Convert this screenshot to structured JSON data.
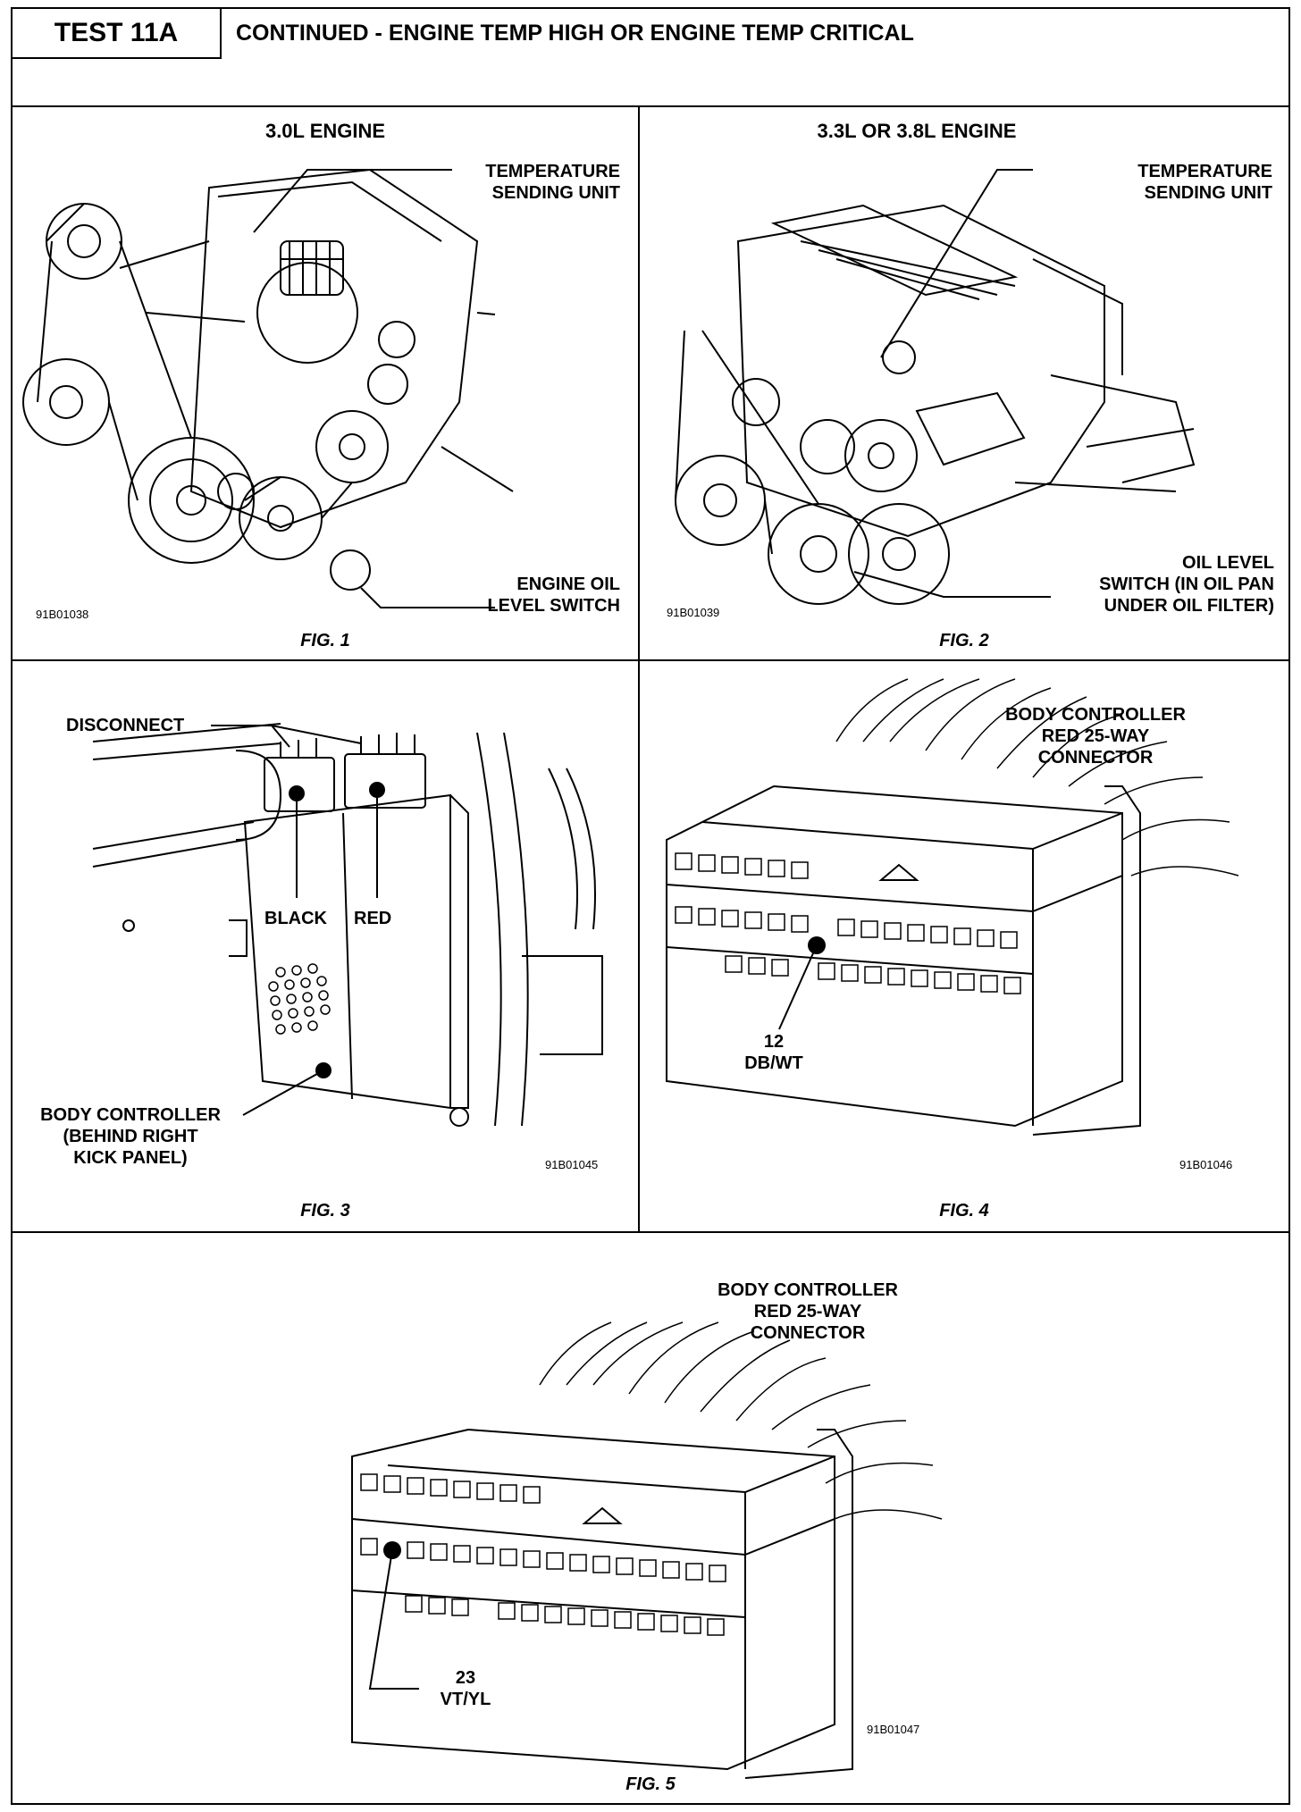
{
  "header": {
    "test_id": "TEST 11A",
    "title": "CONTINUED - ENGINE TEMP HIGH OR ENGINE TEMP CRITICAL"
  },
  "fig1": {
    "title": "3.0L ENGINE",
    "label_temp": [
      "TEMPERATURE",
      "SENDING UNIT"
    ],
    "label_oil": [
      "ENGINE OIL",
      "LEVEL SWITCH"
    ],
    "code": "91B01038",
    "caption": "FIG. 1"
  },
  "fig2": {
    "title": "3.3L OR 3.8L ENGINE",
    "label_temp": [
      "TEMPERATURE",
      "SENDING UNIT"
    ],
    "label_oil": [
      "OIL LEVEL",
      "SWITCH (IN OIL PAN",
      "UNDER OIL FILTER)"
    ],
    "code": "91B01039",
    "caption": "FIG. 2"
  },
  "fig3": {
    "label_disconnect": "DISCONNECT",
    "label_black": "BLACK",
    "label_red": "RED",
    "label_body": [
      "BODY CONTROLLER",
      "(BEHIND RIGHT",
      "KICK PANEL)"
    ],
    "code": "91B01045",
    "caption": "FIG. 3"
  },
  "fig4": {
    "label_connector": [
      "BODY CONTROLLER",
      "RED 25-WAY",
      "CONNECTOR"
    ],
    "pin": [
      "12",
      "DB/WT"
    ],
    "code": "91B01046",
    "caption": "FIG. 4"
  },
  "fig5": {
    "label_connector": [
      "BODY CONTROLLER",
      "RED 25-WAY",
      "CONNECTOR"
    ],
    "pin": [
      "23",
      "VT/YL"
    ],
    "code": "91B01047",
    "caption": "FIG. 5"
  }
}
